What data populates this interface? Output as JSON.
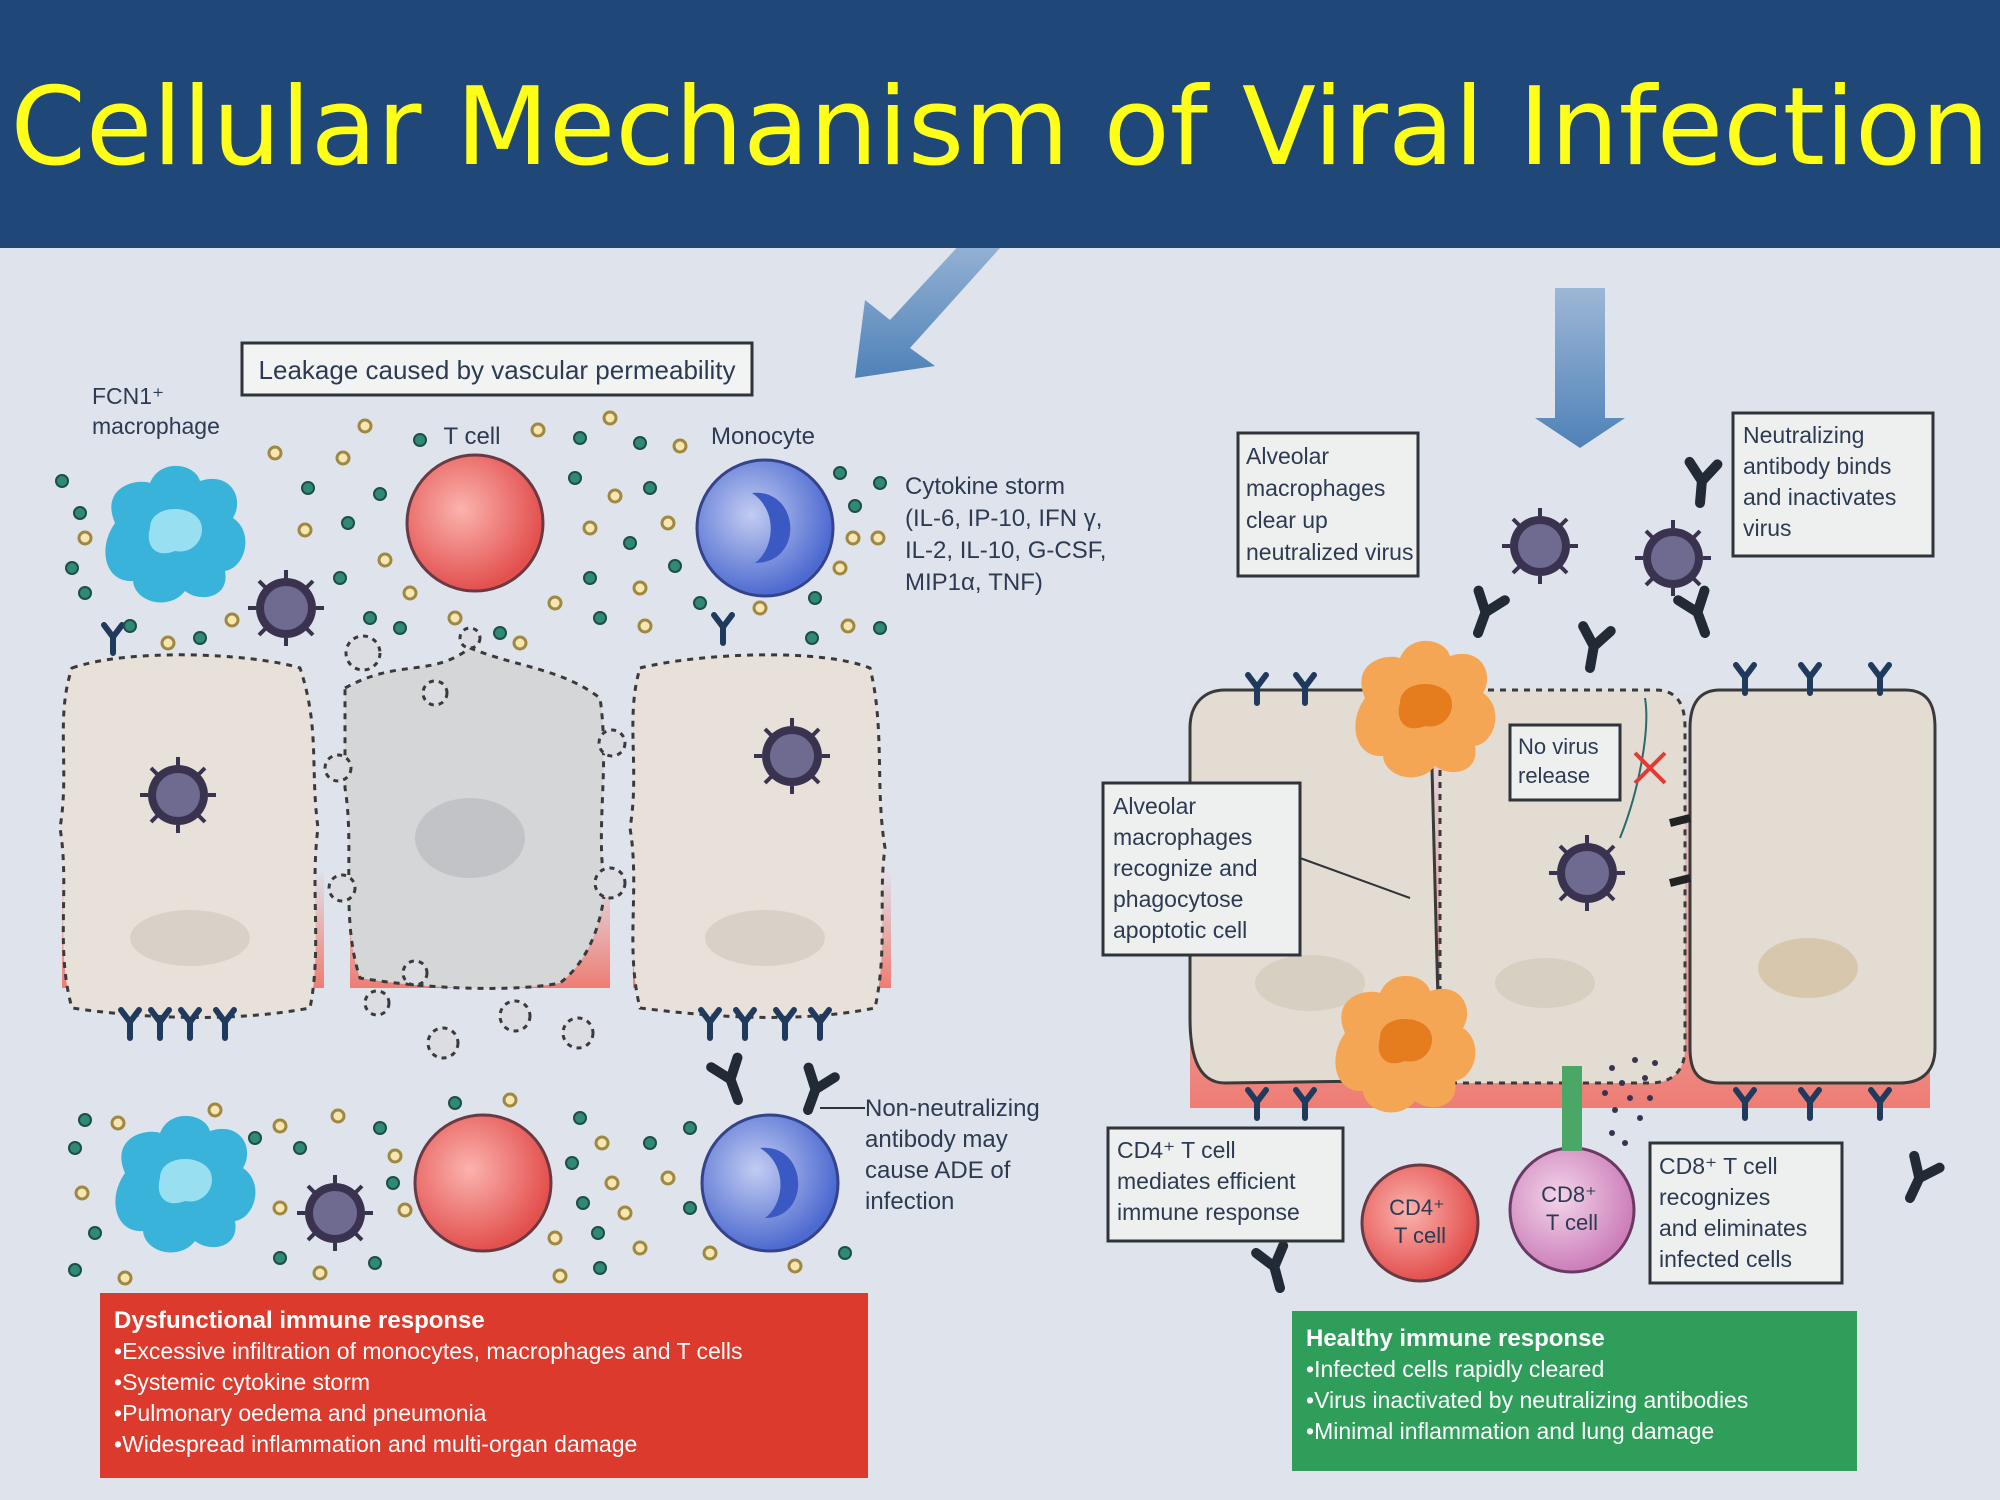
{
  "title": "Cellular Mechanism of Viral Infection",
  "left": {
    "leakage": "Leakage caused by vascular permeability",
    "fcn1": [
      "FCN1⁺",
      "macrophage"
    ],
    "tcell": "T cell",
    "monocyte": "Monocyte",
    "cytokine": [
      "Cytokine storm",
      "(IL-6, IP-10, IFN γ,",
      "IL-2, IL-10, G-CSF,",
      "MIP1α, TNF)"
    ],
    "nonneut": [
      "Non-neutralizing",
      "antibody may",
      "cause ADE of",
      "infection"
    ],
    "panel_title": "Dysfunctional immune response",
    "panel_items": [
      "Excessive infiltration of monocytes, macrophages and T cells",
      "Systemic cytokine storm",
      "Pulmonary oedema and pneumonia",
      "Widespread inflammation and multi-organ damage"
    ]
  },
  "right": {
    "alv_clear": [
      "Alveolar",
      "macrophages",
      "clear up",
      "neutralized virus"
    ],
    "neutralizing": [
      "Neutralizing",
      "antibody binds",
      "and inactivates",
      "virus"
    ],
    "novirus": [
      "No virus",
      "release"
    ],
    "alv_recog": [
      "Alveolar",
      "macrophages",
      "recognize and",
      "phagocytose",
      "apoptotic cell"
    ],
    "cd4_box": [
      "CD4⁺ T cell",
      "mediates efficient",
      "immune response"
    ],
    "cd4_cell": [
      "CD4⁺",
      "T cell"
    ],
    "cd8_cell": [
      "CD8⁺",
      "T cell"
    ],
    "cd8_box": [
      "CD8⁺ T cell",
      "recognizes",
      "and eliminates",
      "infected cells"
    ],
    "panel_title": "Healthy immune response",
    "panel_items": [
      "Infected cells rapidly cleared",
      "Virus inactivated by neutralizing antibodies",
      "Minimal inflammation and lung damage"
    ]
  },
  "colors": {
    "header_bg": "#1f4879",
    "title": "#ffff17",
    "dysfunctional_panel": "#dc3a2c",
    "healthy_panel": "#2f9e5a",
    "macrophage_blue": "#3ab7dc",
    "tcell_red": "#e8615f",
    "monocyte_blue": "#5a7ad6",
    "macrophage_orange": "#f3a04c",
    "cd8_pink": "#d98bc4"
  }
}
